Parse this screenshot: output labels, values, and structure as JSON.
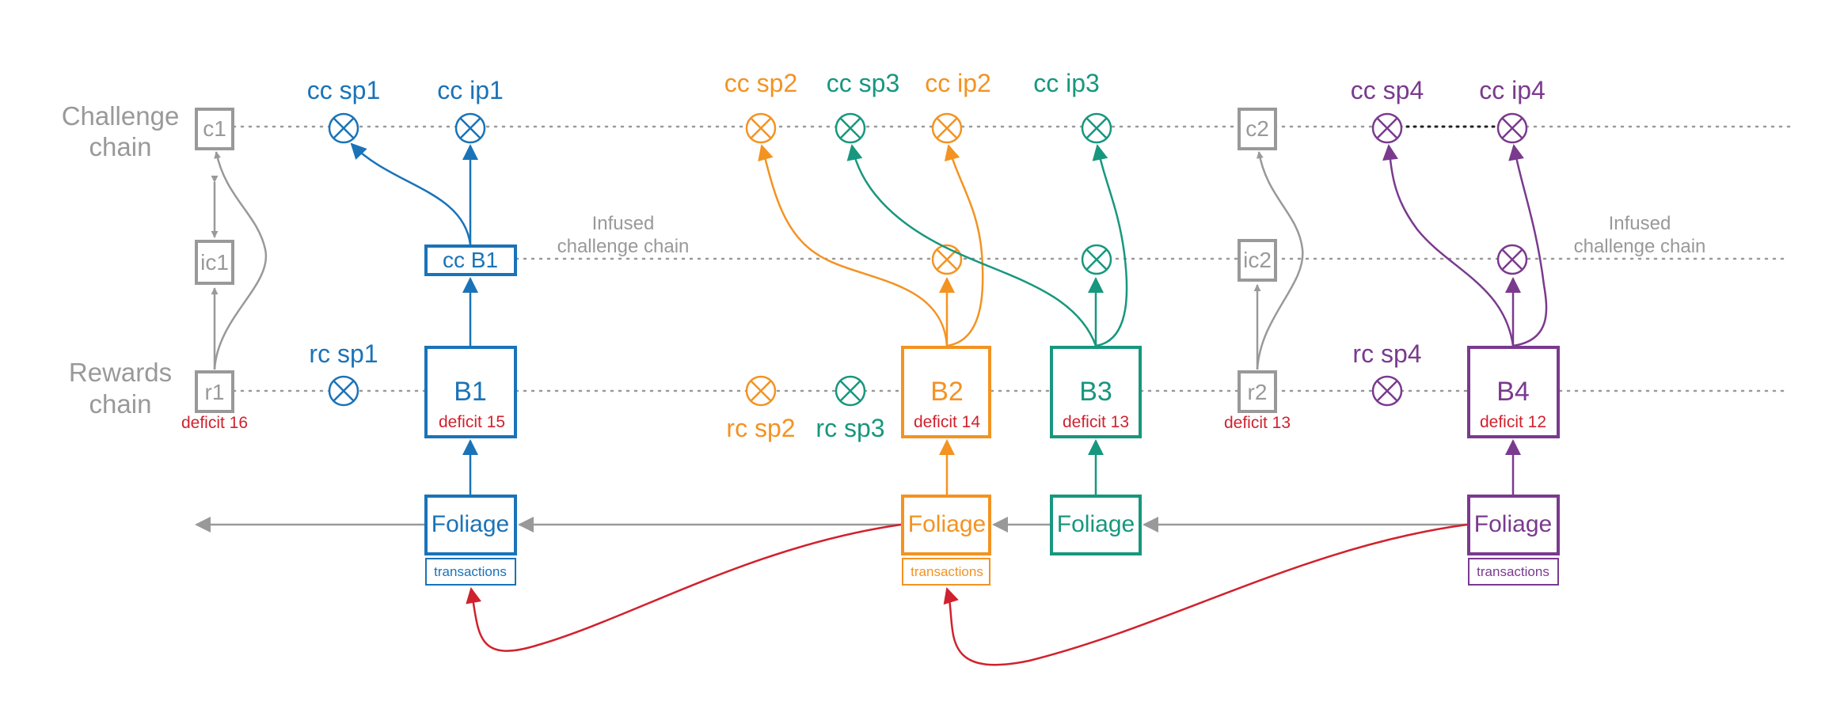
{
  "labels": {
    "challenge_line1": "Challenge",
    "challenge_line2": "chain",
    "rewards_line1": "Rewards",
    "rewards_line2": "chain",
    "infused_left_line1": "Infused",
    "infused_left_line2": "challenge chain",
    "infused_right_line1": "Infused",
    "infused_right_line2": "challenge chain"
  },
  "nodes": {
    "c1": "c1",
    "ic1": "ic1",
    "r1": "r1",
    "c2": "c2",
    "ic2": "ic2",
    "r2": "r2",
    "cc_b1": "cc B1",
    "b1": "B1",
    "b2": "B2",
    "b3": "B3",
    "b4": "B4"
  },
  "deficits": {
    "r1": "deficit 16",
    "b1": "deficit 15",
    "b2": "deficit 14",
    "b3": "deficit 13",
    "r2": "deficit 13",
    "b4": "deficit 12"
  },
  "foliage": {
    "label": "Foliage",
    "transactions": "transactions"
  },
  "vdf_points": {
    "cc_sp1": "cc sp1",
    "cc_ip1": "cc ip1",
    "cc_sp2": "cc sp2",
    "cc_sp3": "cc sp3",
    "cc_ip2": "cc ip2",
    "cc_ip3": "cc ip3",
    "cc_sp4": "cc sp4",
    "cc_ip4": "cc ip4",
    "rc_sp1": "rc sp1",
    "rc_sp2": "rc sp2",
    "rc_sp3": "rc sp3",
    "rc_sp4": "rc sp4"
  },
  "colors": {
    "block1": "#1a73b8",
    "block2": "#f39322",
    "block3": "#17977e",
    "block4": "#7a3a8e",
    "gray": "#999999",
    "deficit": "#d0222e",
    "foliage_link": "#d0222e"
  }
}
